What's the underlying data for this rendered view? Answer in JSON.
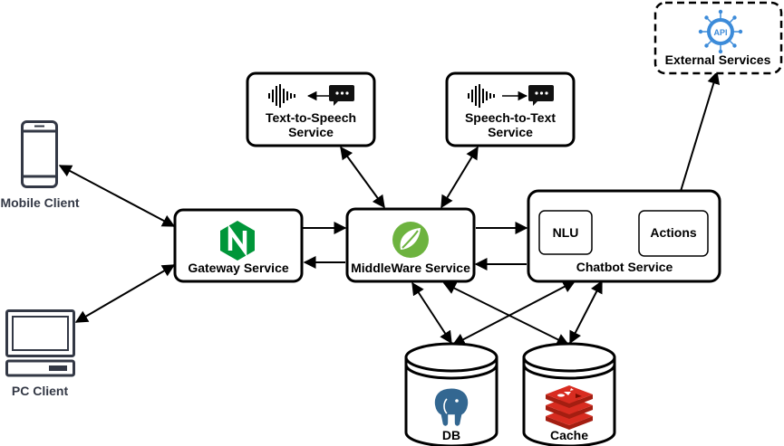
{
  "clients": {
    "mobile": "Mobile Client",
    "pc": "PC Client"
  },
  "services": {
    "gateway": "Gateway Service",
    "middleware": "MiddleWare Service",
    "tts_line1": "Text-to-Speech",
    "tts_line2": "Service",
    "stt_line1": "Speech-to-Text",
    "stt_line2": "Service",
    "chatbot": "Chatbot Service",
    "nlu": "NLU",
    "actions": "Actions",
    "external": "External Services",
    "api_badge": "API"
  },
  "stores": {
    "db": "DB",
    "cache": "Cache"
  },
  "icons": {
    "mobile": "smartphone-icon",
    "pc": "desktop-computer-icon",
    "gateway": "nginx-logo-icon",
    "middleware": "spring-logo-icon",
    "tts": "soundwave-to-chat-icon",
    "stt": "soundwave-to-chat-icon",
    "external": "api-gear-icon",
    "db": "postgresql-elephant-icon",
    "cache": "redis-logo-icon"
  },
  "colors": {
    "nginx": "#009639",
    "spring": "#6db33f",
    "postgres": "#336791",
    "redis": "#d82c20",
    "api": "#3c8bd9",
    "client_icon": "#333845"
  }
}
